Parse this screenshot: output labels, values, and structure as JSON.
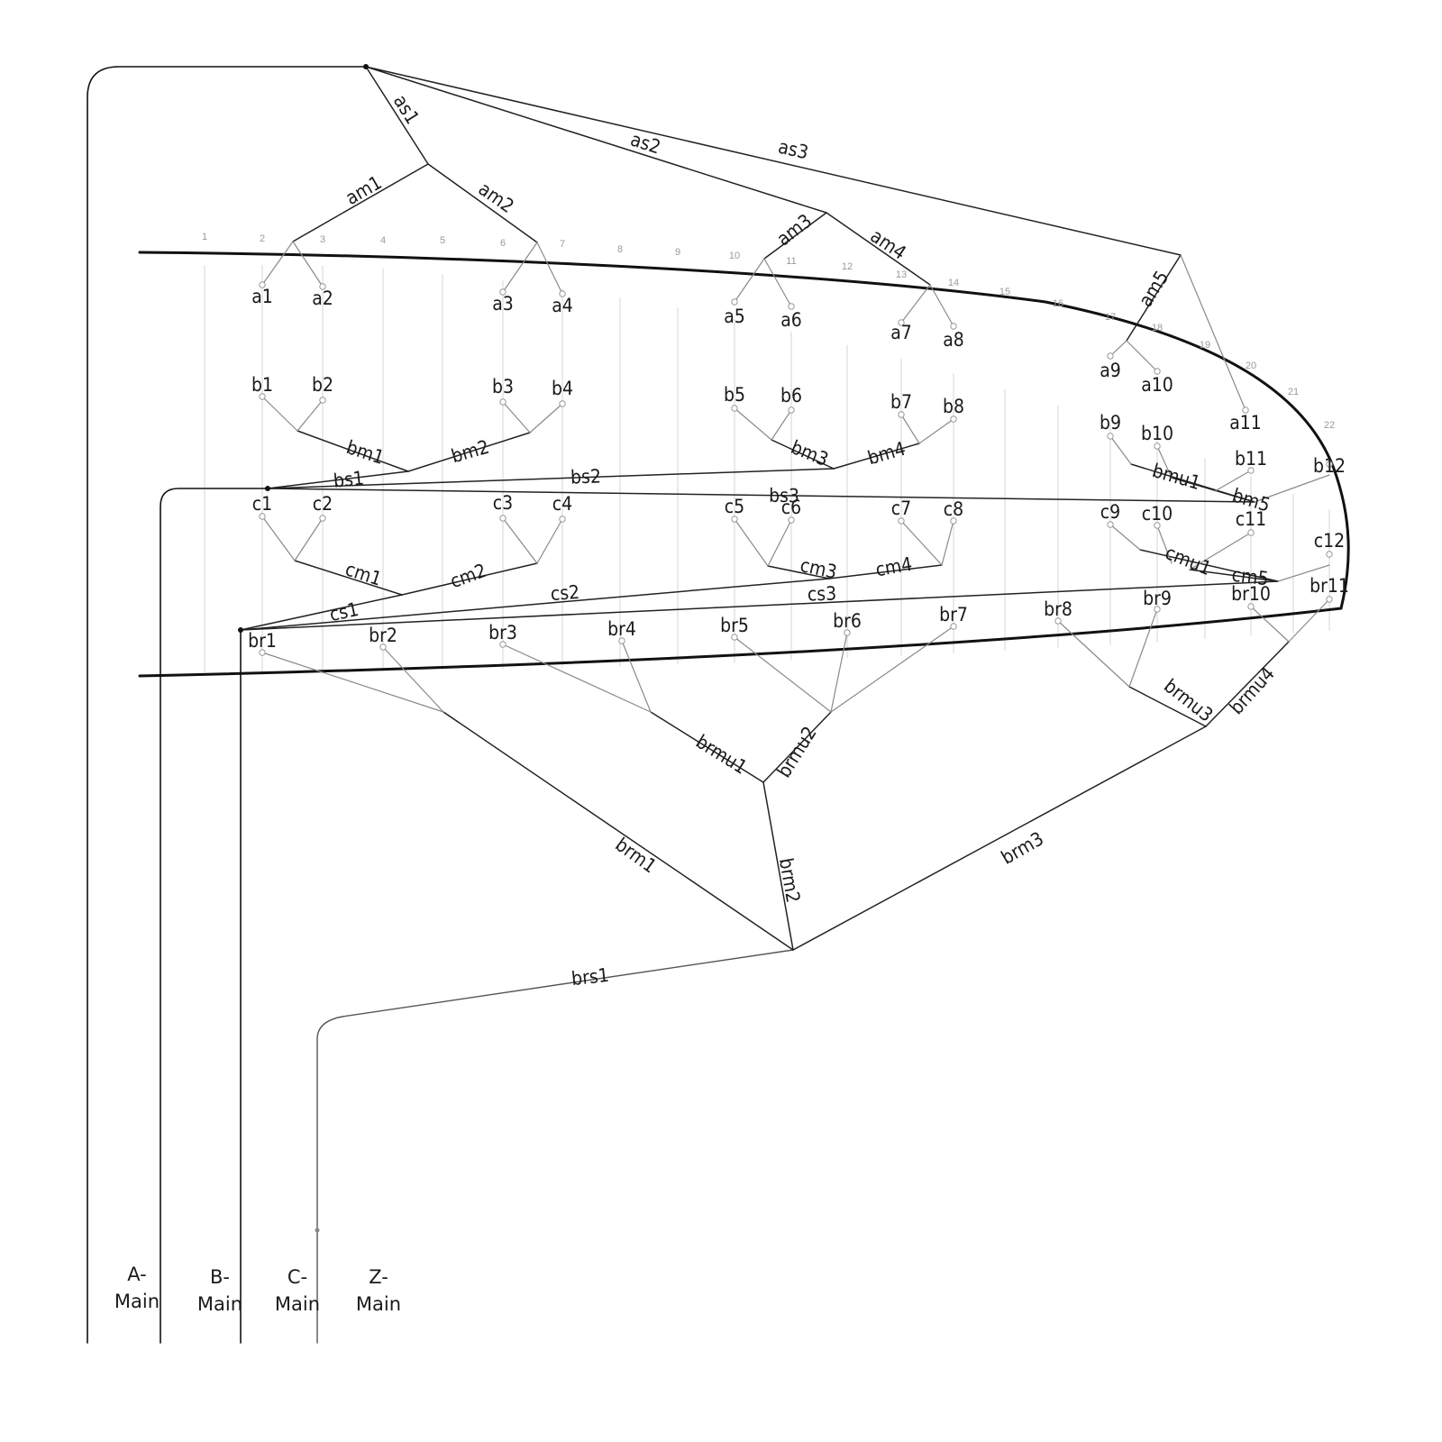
{
  "main_labels": [
    {
      "key": "a",
      "line1": "A-",
      "line2": "Main"
    },
    {
      "key": "b",
      "line1": "B-",
      "line2": "Main"
    },
    {
      "key": "c",
      "line1": "C-",
      "line2": "Main"
    },
    {
      "key": "z",
      "line1": "Z-",
      "line2": "Main"
    }
  ],
  "column_numbers": [
    "1",
    "2",
    "3",
    "4",
    "5",
    "6",
    "7",
    "8",
    "9",
    "10",
    "11",
    "12",
    "13",
    "14",
    "15",
    "16",
    "17",
    "18",
    "19",
    "20",
    "21",
    "22"
  ],
  "row_a_nodes": [
    "a1",
    "a2",
    "a3",
    "a4",
    "a5",
    "a6",
    "a7",
    "a8",
    "a9",
    "a10",
    "a11"
  ],
  "row_b_nodes": [
    "b1",
    "b2",
    "b3",
    "b4",
    "b5",
    "b6",
    "b7",
    "b8",
    "b9",
    "b10",
    "b11",
    "b12"
  ],
  "row_c_nodes": [
    "c1",
    "c2",
    "c3",
    "c4",
    "c5",
    "c6",
    "c7",
    "c8",
    "c9",
    "c10",
    "c11",
    "c12"
  ],
  "row_br_nodes": [
    "br1",
    "br2",
    "br3",
    "br4",
    "br5",
    "br6",
    "br7",
    "br8",
    "br9",
    "br10",
    "br11"
  ],
  "a_branch_labels": [
    "as1",
    "as2",
    "as3",
    "am1",
    "am2",
    "am3",
    "am4",
    "am5"
  ],
  "b_branch_labels": [
    "bs1",
    "bs2",
    "bs3",
    "bm1",
    "bm2",
    "bm3",
    "bm4",
    "bmu1",
    "bm5"
  ],
  "c_branch_labels": [
    "cs1",
    "cs2",
    "cs3",
    "cm1",
    "cm2",
    "cm3",
    "cm4",
    "cmu1",
    "cm5"
  ],
  "br_branch_labels": [
    "brmu1",
    "brmu2",
    "brmu3",
    "brmu4",
    "brm1",
    "brm2",
    "brm3",
    "brs1"
  ]
}
